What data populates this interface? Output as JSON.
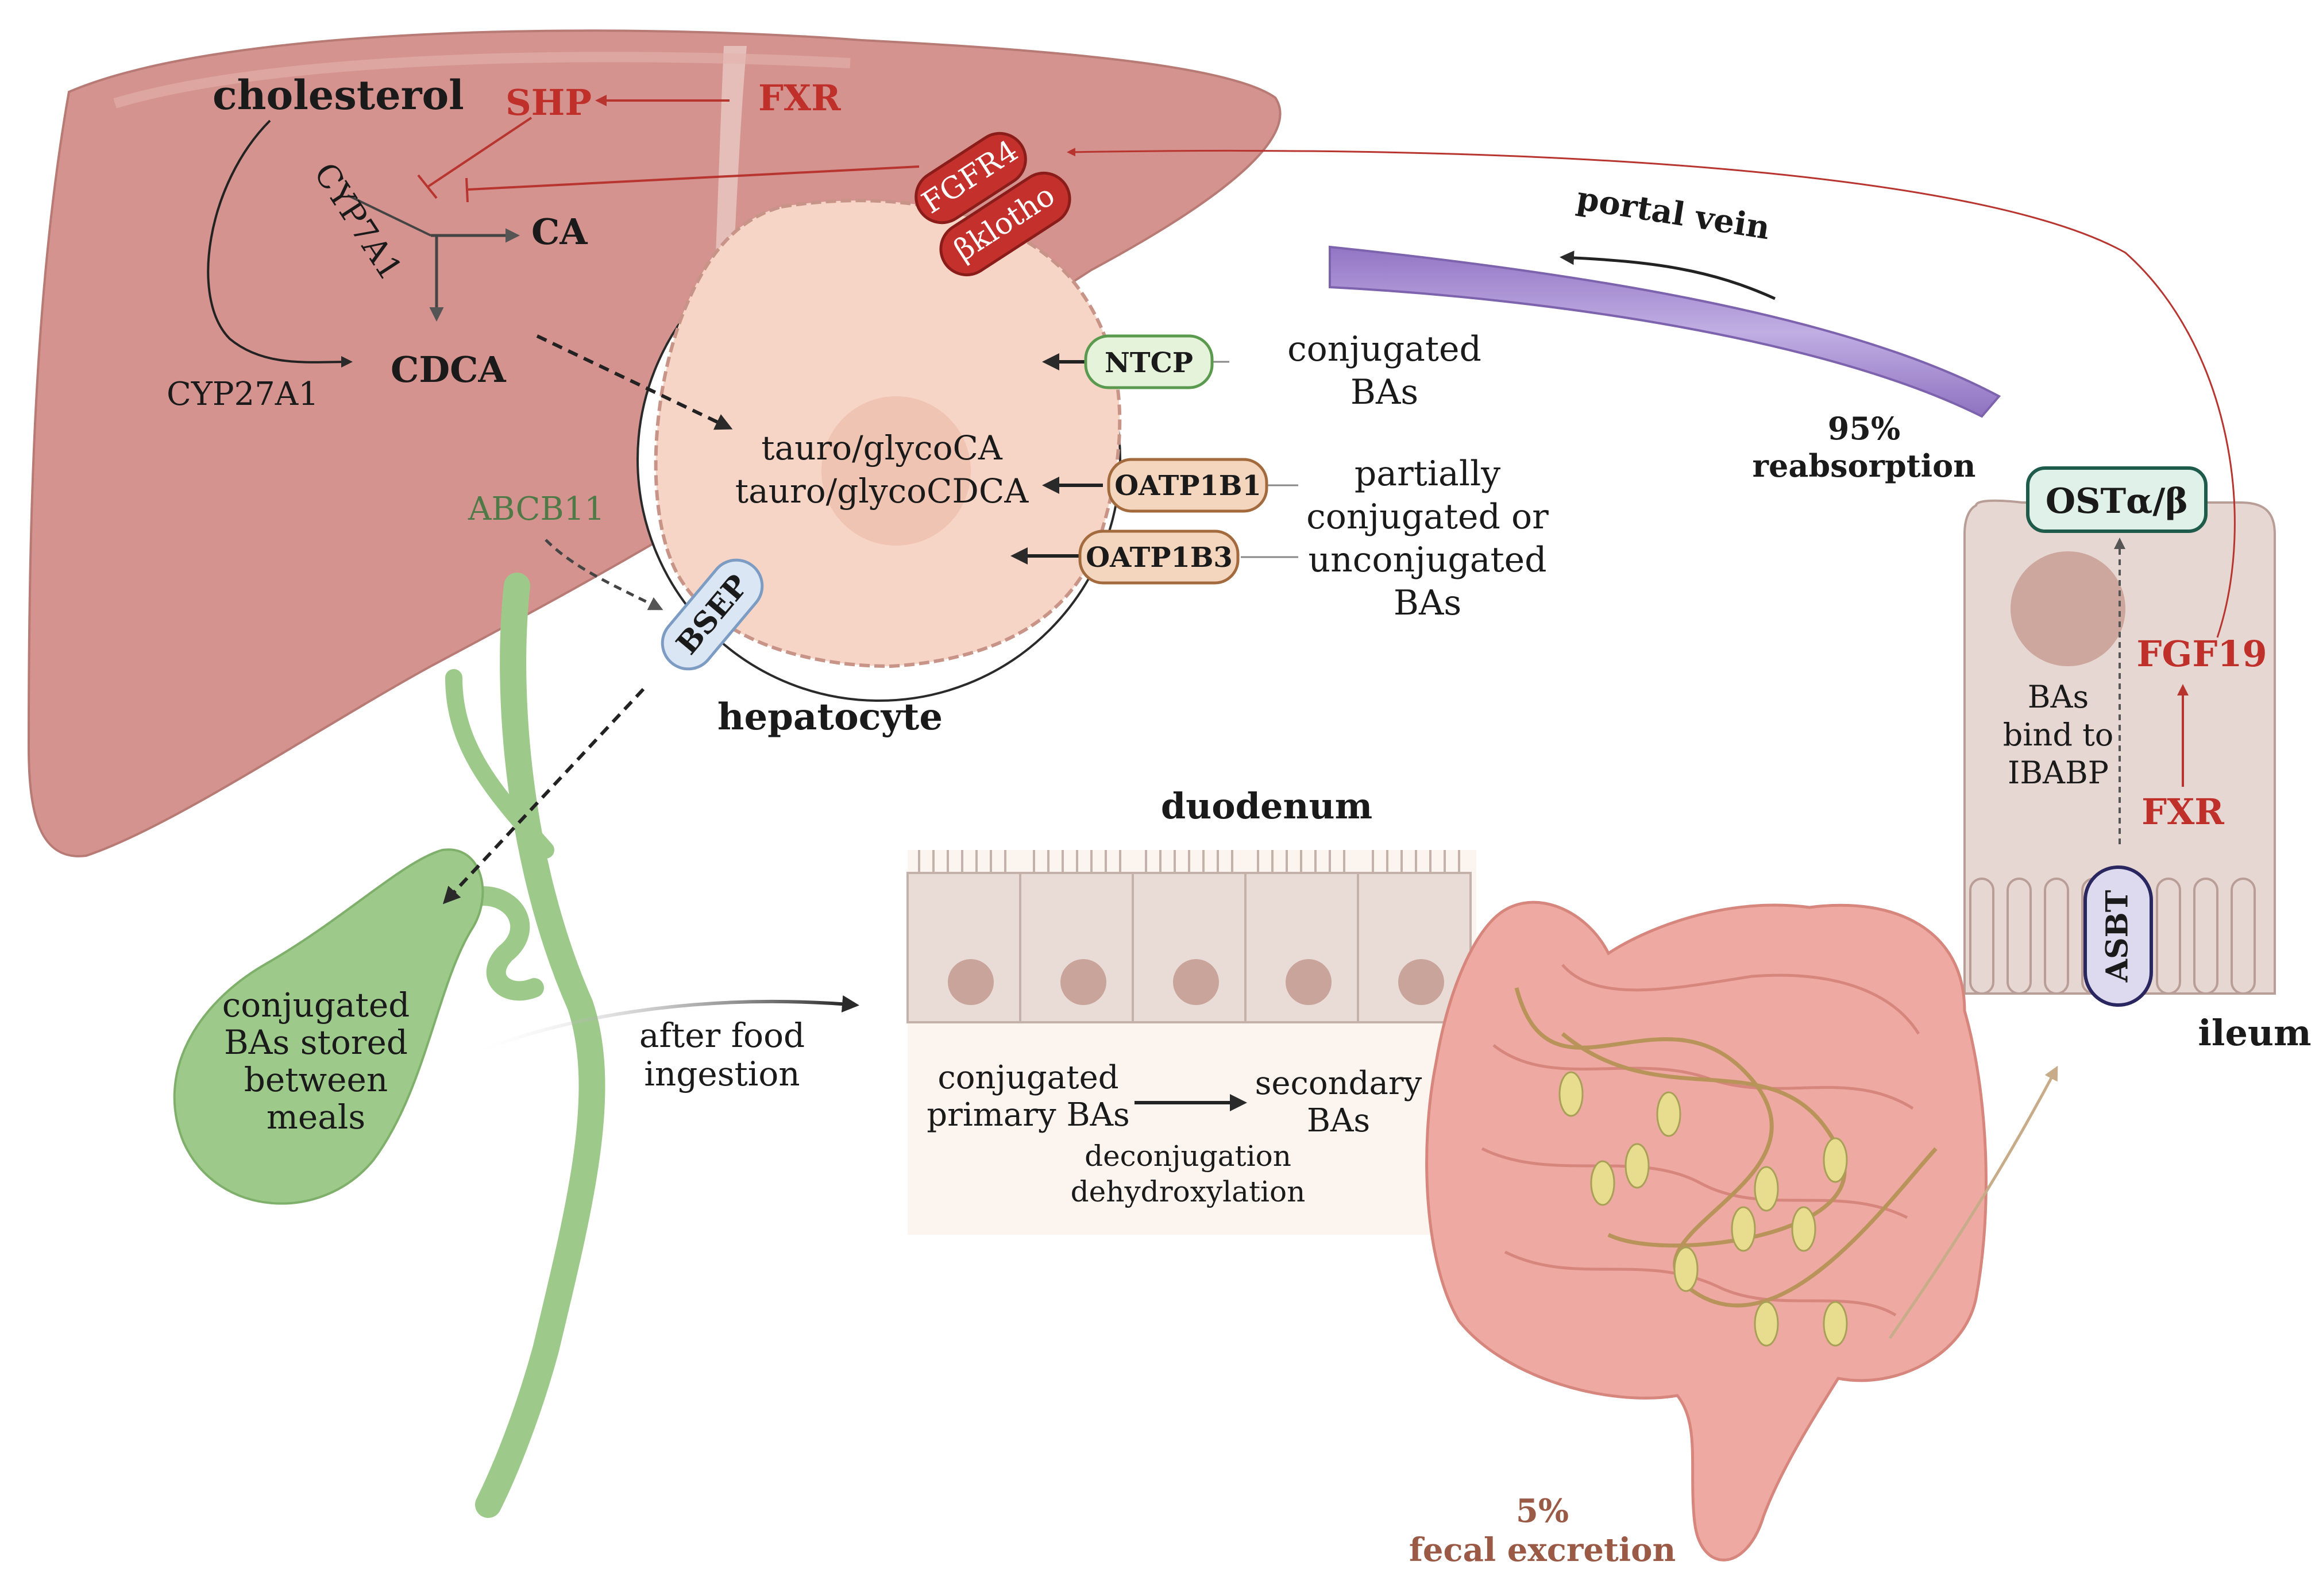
{
  "liver": {
    "cholesterol": "cholesterol",
    "shp": "SHP",
    "fxr": "FXR",
    "cyp7a1": "CYP7A1",
    "ca": "CA",
    "cdca": "CDCA",
    "cyp27a1": "CYP27A1",
    "abcb11": "ABCB11"
  },
  "hepatocyte": {
    "label": "hepatocyte",
    "product_line1": "tauro/glycoCA",
    "product_line2": "tauro/glycoCDCA",
    "fgfr4": "FGFR4",
    "bklotho": "βklotho",
    "ntcp": "NTCP",
    "oatp1b1": "OATP1B1",
    "oatp1b3": "OATP1B3",
    "bsep": "BSEP"
  },
  "uptake": {
    "conjugated_line1": "conjugated",
    "conjugated_line2": "BAs",
    "partial_line1": "partially",
    "partial_line2": "conjugated or",
    "partial_line3": "unconjugated",
    "partial_line4": "BAs"
  },
  "portal": {
    "label": "portal vein",
    "reabsorption_pct": "95%",
    "reabsorption": "reabsorption"
  },
  "ileum": {
    "label": "ileum",
    "ost": "OSTα/β",
    "fgf19": "FGF19",
    "fxr": "FXR",
    "asbt": "ASBT",
    "bind_line1": "BAs",
    "bind_line2": "bind to",
    "bind_line3": "IBABP"
  },
  "gallbladder": {
    "line1": "conjugated",
    "line2": "BAs stored",
    "line3": "between",
    "line4": "meals",
    "after_line1": "after food",
    "after_line2": "ingestion"
  },
  "duodenum": {
    "label": "duodenum",
    "primary_line1": "conjugated",
    "primary_line2": "primary BAs",
    "secondary_line1": "secondary",
    "secondary_line2": "BAs",
    "process_line1": "deconjugation",
    "process_line2": "dehydroxylation"
  },
  "excretion": {
    "pct": "5%",
    "label": "fecal excretion"
  },
  "colors": {
    "liver": "#d4938e",
    "hepatocyte": "#f7d5c6",
    "red_text": "#c0302b",
    "green_text": "#4f7a47",
    "portal_vein": "#a88fd0",
    "gallbladder": "#9dc98a",
    "intestine": "#eeaaa2"
  }
}
